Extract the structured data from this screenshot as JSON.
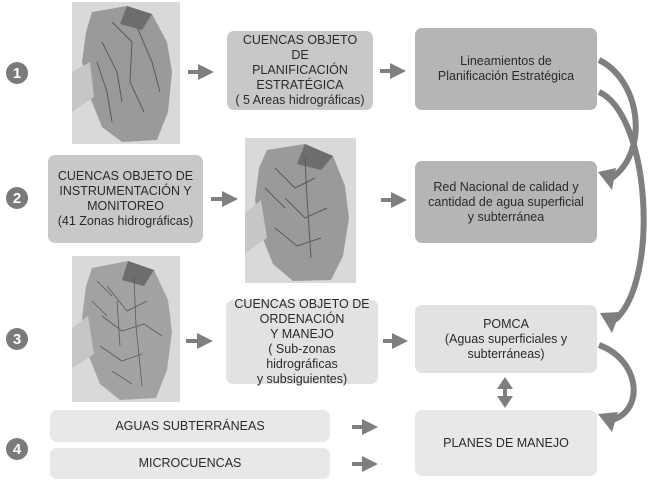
{
  "rows": [
    {
      "number": "1"
    },
    {
      "number": "2"
    },
    {
      "number": "3"
    },
    {
      "number": "4"
    }
  ],
  "boxes": {
    "cuencas_planificacion": "CUENCAS OBJETO DE\nPLANIFICACIÓN\nESTRATÉGICA\n( 5 Areas hidrográficas)",
    "lineamientos": "Lineamientos de\nPlanificación Estratégica",
    "cuencas_instrumentacion": "CUENCAS OBJETO DE\nINSTRUMENTACIÓN Y\nMONITOREO\n(41 Zonas hidrográficas)",
    "red_nacional": "Red Nacional de calidad y\ncantidad de agua superficial\ny subterránea",
    "cuencas_ordenacion": "CUENCAS OBJETO DE\nORDENACIÓN\nY MANEJO\n( Sub-zonas hidrográficas\ny subsiguientes)",
    "pomca": "POMCA\n(Aguas superficiales y\nsubterráneas)",
    "aguas_subterraneas": "AGUAS SUBTERRÁNEAS",
    "microcuencas": "MICROCUENCAS",
    "planes_manejo": "PLANES DE MANEJO"
  },
  "colors": {
    "box_mid": "#c8c8c8",
    "box_dark": "#b5b5b5",
    "box_light": "#e2e2e2",
    "arrow": "#7f7f7f",
    "number_circle": "#7a7a7a"
  },
  "maps": [
    "colombia-map-areas",
    "colombia-map-zonas",
    "colombia-map-subzonas"
  ]
}
